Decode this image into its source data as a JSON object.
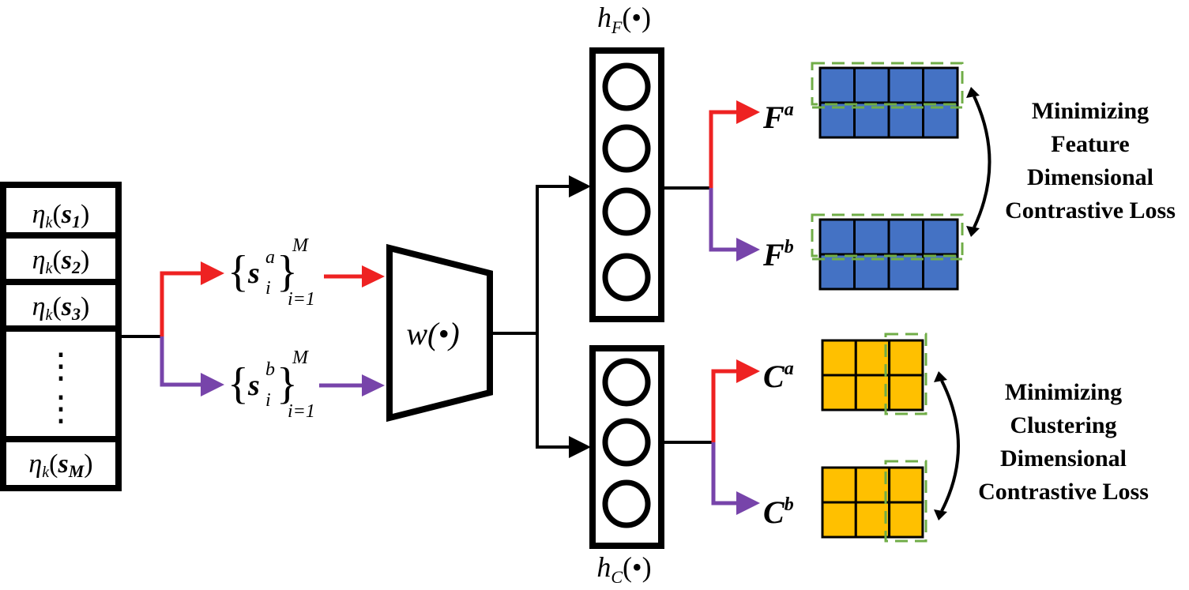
{
  "input_stack": {
    "items": [
      {
        "fn": "η",
        "sub": "k",
        "arg": "s",
        "arg_sub": "1"
      },
      {
        "fn": "η",
        "sub": "k",
        "arg": "s",
        "arg_sub": "2"
      },
      {
        "fn": "η",
        "sub": "k",
        "arg": "s",
        "arg_sub": "3"
      },
      {
        "fn": "η",
        "sub": "k",
        "arg": "s",
        "arg_sub": "M"
      }
    ],
    "ellipsis": "⋮"
  },
  "views": {
    "a": {
      "symbol": "s",
      "sub": "i",
      "sup": "a",
      "upper": "M",
      "lower": "i=1"
    },
    "b": {
      "symbol": "s",
      "sub": "i",
      "sup": "b",
      "upper": "M",
      "lower": "i=1"
    }
  },
  "encoder": {
    "label": "w(•)"
  },
  "heads": {
    "feature": {
      "symbol": "h",
      "sub": "F",
      "arg": "(•)"
    },
    "cluster": {
      "symbol": "h",
      "sub": "C",
      "arg": "(•)"
    }
  },
  "outputs": {
    "Fa": {
      "symbol": "F",
      "sup": "a"
    },
    "Fb": {
      "symbol": "F",
      "sup": "b"
    },
    "Ca": {
      "symbol": "C",
      "sup": "a"
    },
    "Cb": {
      "symbol": "C",
      "sup": "b"
    }
  },
  "losses": {
    "feature": [
      "Minimizing",
      "Feature",
      "Dimensional",
      "Contrastive Loss"
    ],
    "cluster": [
      "Minimizing",
      "Clustering",
      "Dimensional",
      "Contrastive Loss"
    ]
  },
  "colors": {
    "arrow_a": "#ee2222",
    "arrow_b": "#7744aa",
    "feature_cell": "#4472c4",
    "cluster_cell": "#ffc000",
    "highlight": "#70ad47"
  }
}
